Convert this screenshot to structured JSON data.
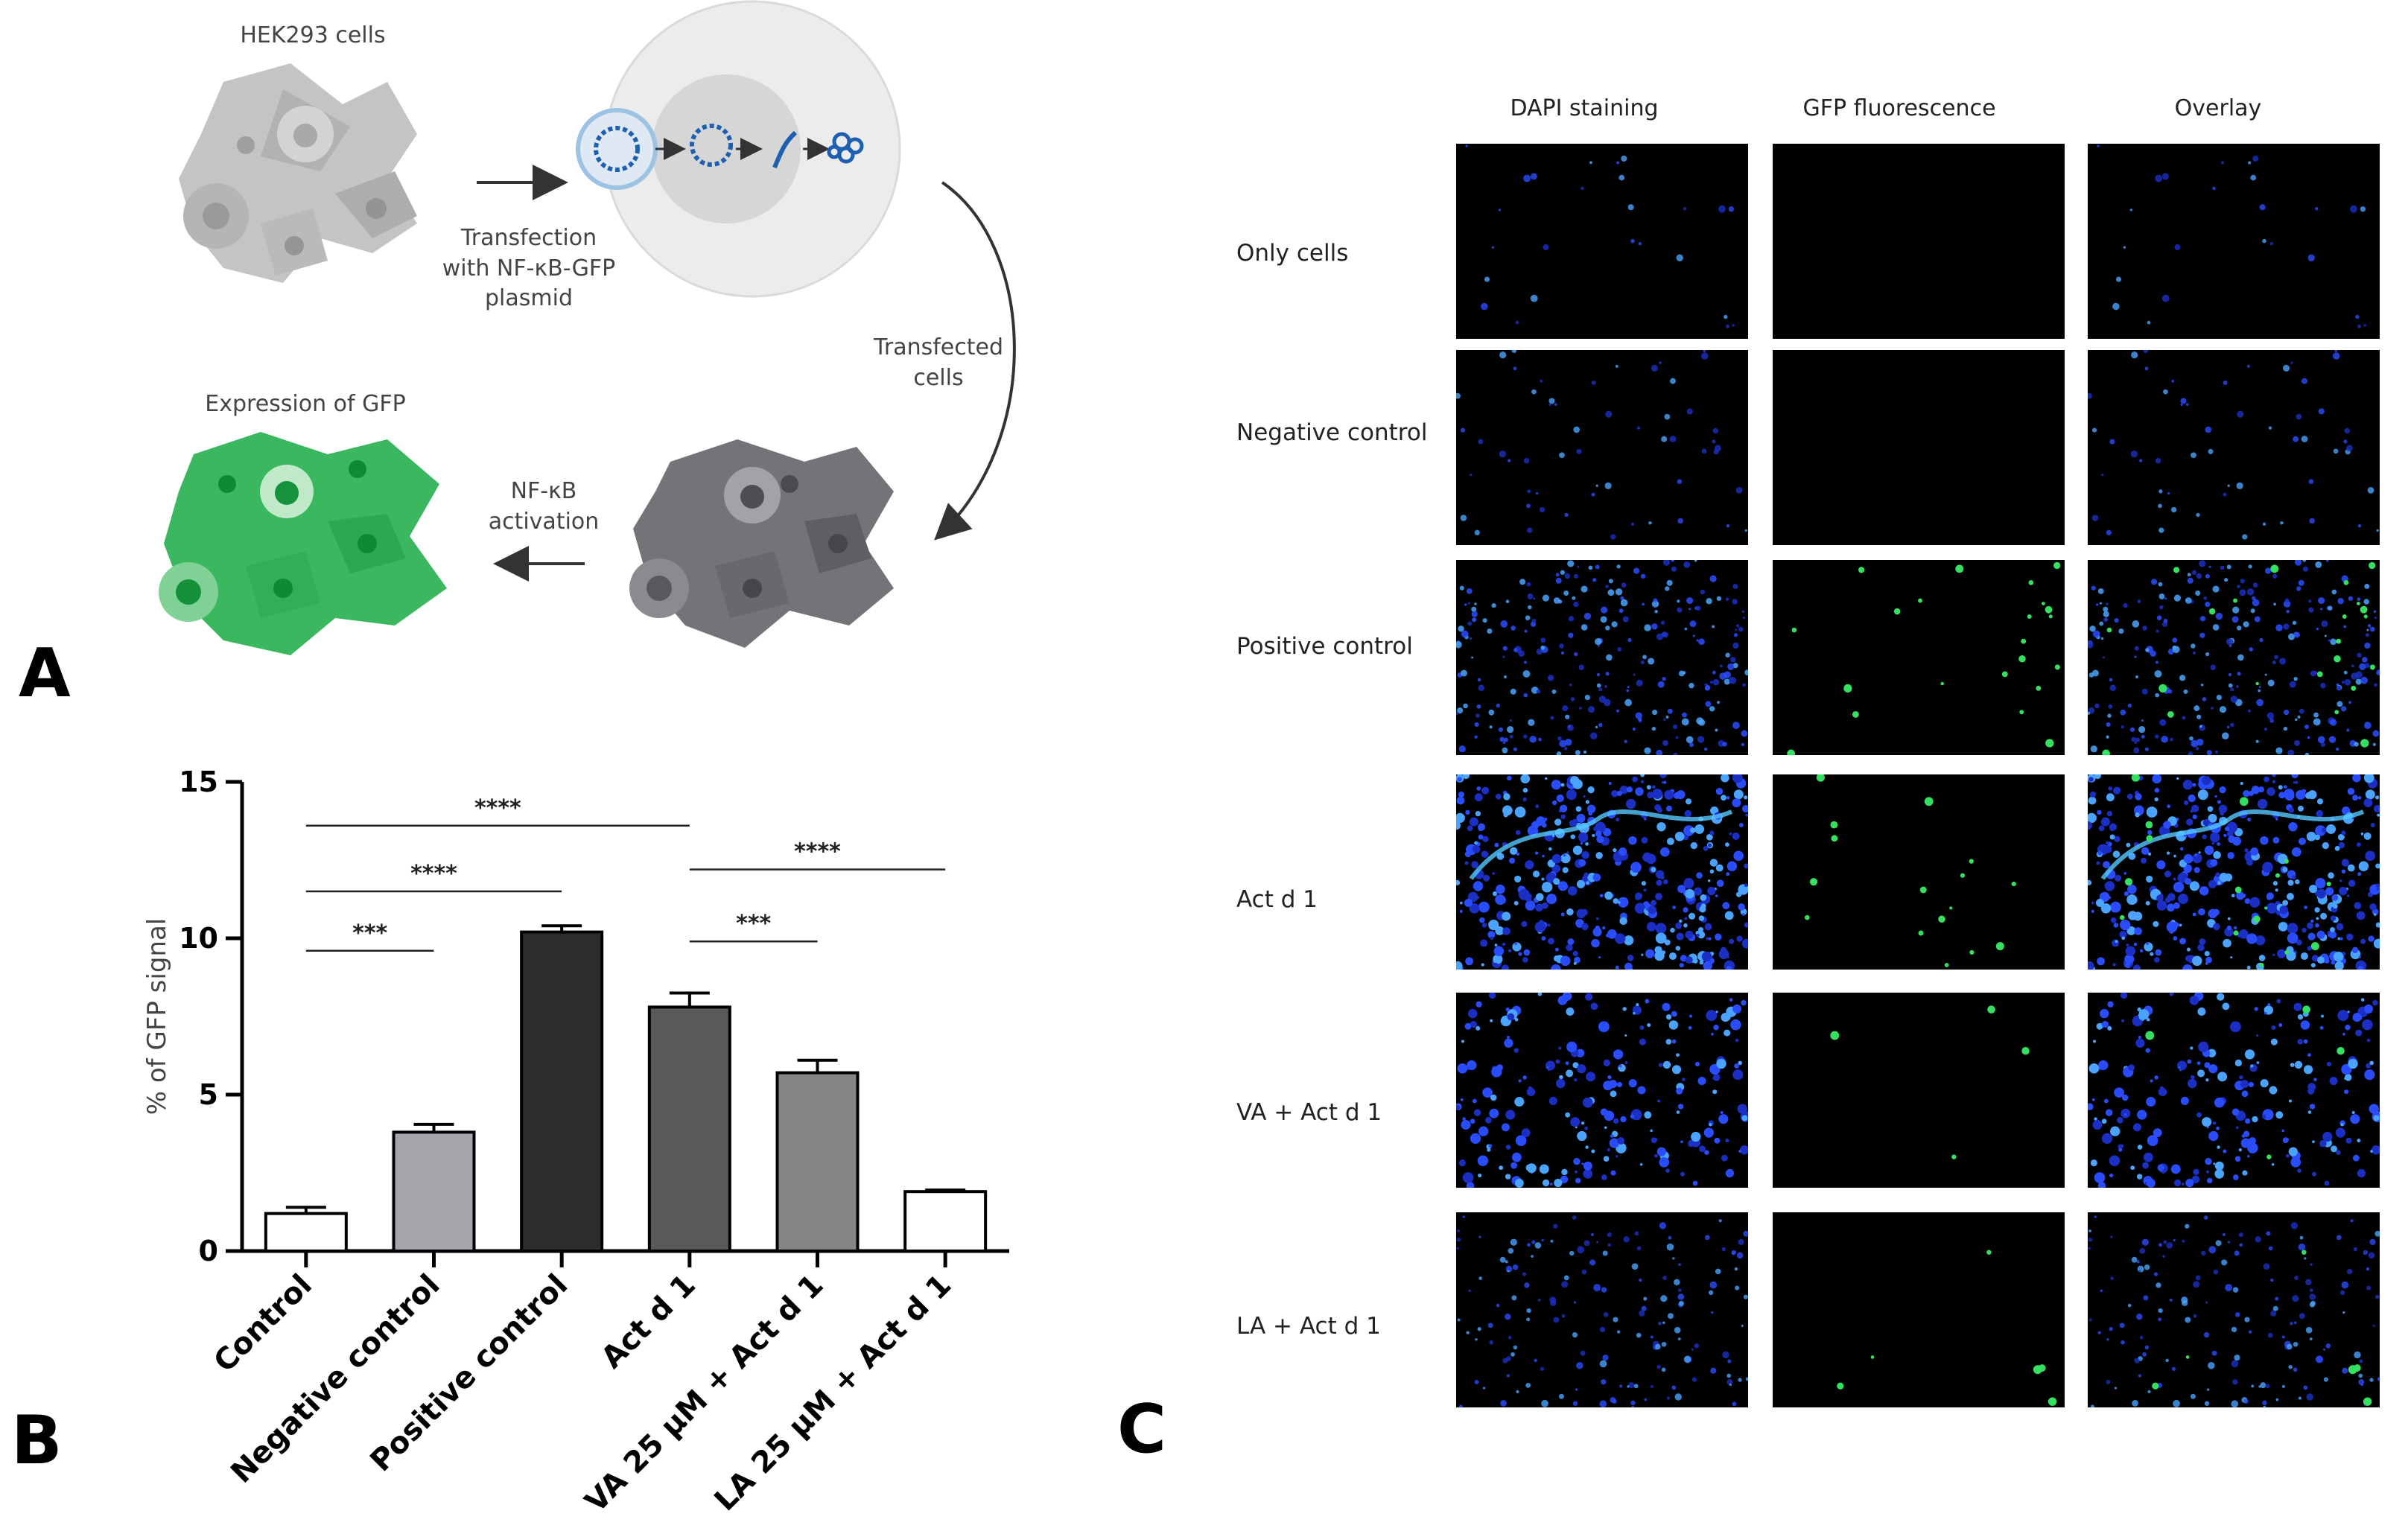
{
  "panels": {
    "a": "A",
    "b": "B",
    "c": "C"
  },
  "schematic": {
    "top_label": "HEK293 cells",
    "transfection_line1": "Transfection",
    "transfection_line2": "with NF-κB-GFP",
    "transfection_line3": "plasmid",
    "transfected_line1": "Transfected",
    "transfected_line2": "cells",
    "activation_line1": "NF-κB",
    "activation_line2": "activation",
    "expression_label": "Expression of GFP"
  },
  "chart_data": {
    "type": "bar",
    "title": "",
    "xlabel": "",
    "ylabel": "% of GFP signal",
    "ylim": [
      0,
      15
    ],
    "yticks": [
      0,
      5,
      10,
      15
    ],
    "categories": [
      "Control",
      "Negative control",
      "Positive control",
      "Act d 1",
      "VA 25 μM + Act d 1",
      "LA 25 μM + Act d 1"
    ],
    "values": [
      1.2,
      3.8,
      10.2,
      7.8,
      5.7,
      1.9
    ],
    "errors": [
      0.2,
      0.25,
      0.2,
      0.45,
      0.4,
      0.05
    ],
    "bar_colors": [
      "#ffffff",
      "#a6a5ab",
      "#2c2c2c",
      "#595959",
      "#858585",
      "#ffffff"
    ],
    "significance": [
      {
        "label": "***",
        "from": 0,
        "to": 1,
        "y": 9.6
      },
      {
        "label": "****",
        "from": 0,
        "to": 2,
        "y": 11.5
      },
      {
        "label": "****",
        "from": 0,
        "to": 3,
        "y": 13.6
      },
      {
        "label": "***",
        "from": 3,
        "to": 4,
        "y": 9.9
      },
      {
        "label": "****",
        "from": 3,
        "to": 5,
        "y": 12.2
      }
    ]
  },
  "microscopy": {
    "columns": [
      "DAPI staining",
      "GFP fluorescence",
      "Overlay"
    ],
    "rows": [
      {
        "label": "Only cells"
      },
      {
        "label": "Negative control"
      },
      {
        "label": "Positive control"
      },
      {
        "label": "Act d 1"
      },
      {
        "label": "VA + Act d 1"
      },
      {
        "label": "LA + Act d 1"
      }
    ]
  },
  "colors": {
    "cell_gray": "#bdbdbd",
    "cell_dark": "#6e7075",
    "cell_green": "#39b55d",
    "dapi_blue": "#2a4cff",
    "gfp_green": "#34e060"
  }
}
